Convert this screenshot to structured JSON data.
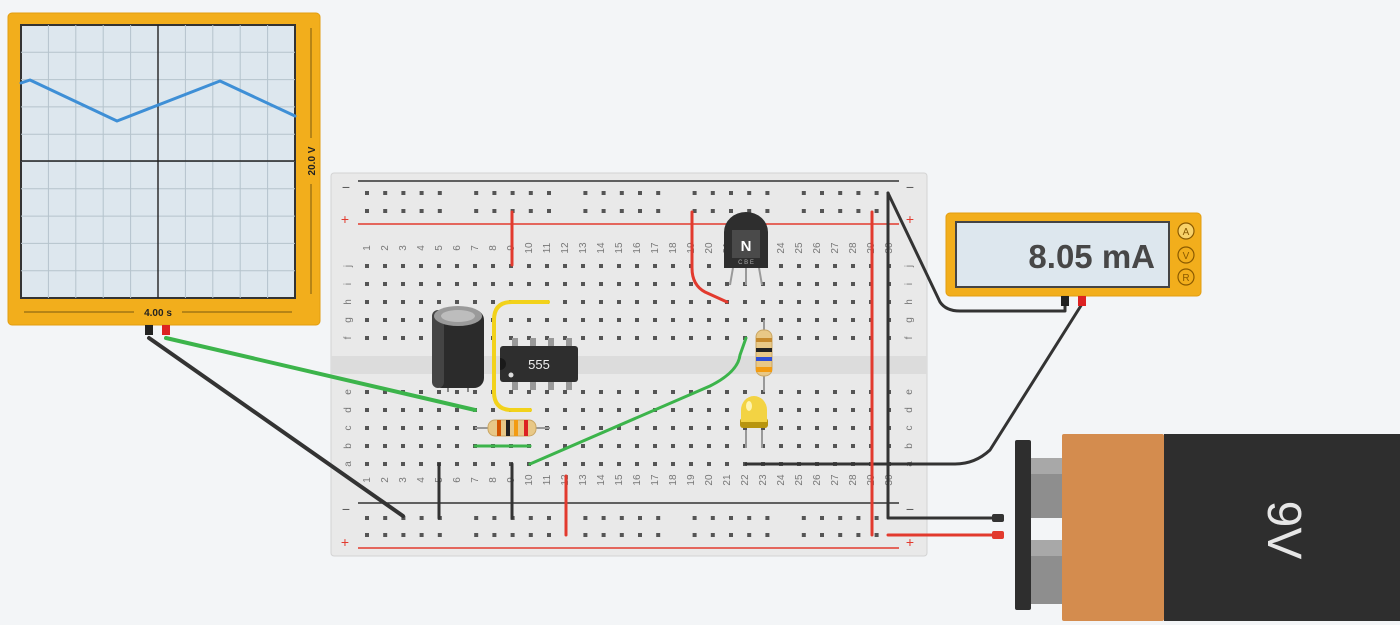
{
  "oscilloscope": {
    "time_label": "4.00 s",
    "volt_label": "20.0 V",
    "trace_color": "#3e8fd6"
  },
  "multimeter": {
    "reading": "8.05 mA",
    "mode_buttons": [
      "A",
      "V",
      "R"
    ],
    "active_mode": "A"
  },
  "battery": {
    "label": "9V"
  },
  "breadboard": {
    "rail_minus": "−",
    "rail_plus": "+",
    "rows_top": [
      "j",
      "i",
      "h",
      "g",
      "f"
    ],
    "rows_bottom": [
      "e",
      "d",
      "c",
      "b",
      "a"
    ],
    "column_count": 30
  },
  "components": {
    "ic_label": "555",
    "transistor_label": "N",
    "transistor_pins": "C B E"
  },
  "colors": {
    "wire_red": "#e23a2e",
    "wire_black": "#333333",
    "wire_green": "#3cb44b",
    "wire_yellow": "#f2d21b",
    "accent_orange": "#f2ae1c"
  }
}
